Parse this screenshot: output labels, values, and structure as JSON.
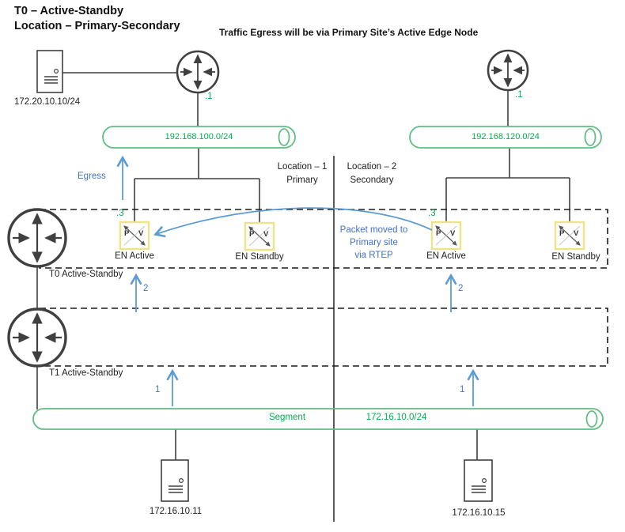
{
  "title": {
    "line1": "T0 – Active-Standby",
    "line2": "Location – Primary-Secondary"
  },
  "subtitle": "Traffic Egress will be via Primary Site’s Active Edge Node",
  "locations": {
    "left": {
      "line1": "Location – 1",
      "line2": "Primary"
    },
    "right": {
      "line1": "Location – 2",
      "line2": "Secondary"
    }
  },
  "networks": {
    "left_uplink": "192.168.100.0/24",
    "right_uplink": "192.168.120.0/24",
    "segment_label": "Segment",
    "segment_cidr": "172.16.10.0/24"
  },
  "hosts": {
    "external": "172.20.10.10/24",
    "vm_left": "172.16.10.11",
    "vm_right": "172.16.10.15"
  },
  "interfaces": {
    "left_router_ip": ".1",
    "right_router_ip": ".1",
    "left_en_ip": ".3",
    "right_en_ip": ".3"
  },
  "edge_nodes": {
    "left_active": "EN Active",
    "left_standby": "EN Standby",
    "right_active": "EN Active",
    "right_standby": "EN Standby",
    "p": "P",
    "v": "V"
  },
  "tiers": {
    "t0": "T0 Active-Standby",
    "t1": "T1 Active-Standby"
  },
  "annotations": {
    "egress": "Egress",
    "rtep_line1": "Packet moved to",
    "rtep_line2": "Primary site",
    "rtep_line3": "via RTEP",
    "step1": "1",
    "step2": "2"
  },
  "colors": {
    "green_text": "#00B050",
    "green_stroke": "#62BD84",
    "blue_text": "#4472C4",
    "blue_arrow": "#5B9BD5",
    "line_dark": "#404040",
    "en_border_yellow": "#EFE387"
  }
}
